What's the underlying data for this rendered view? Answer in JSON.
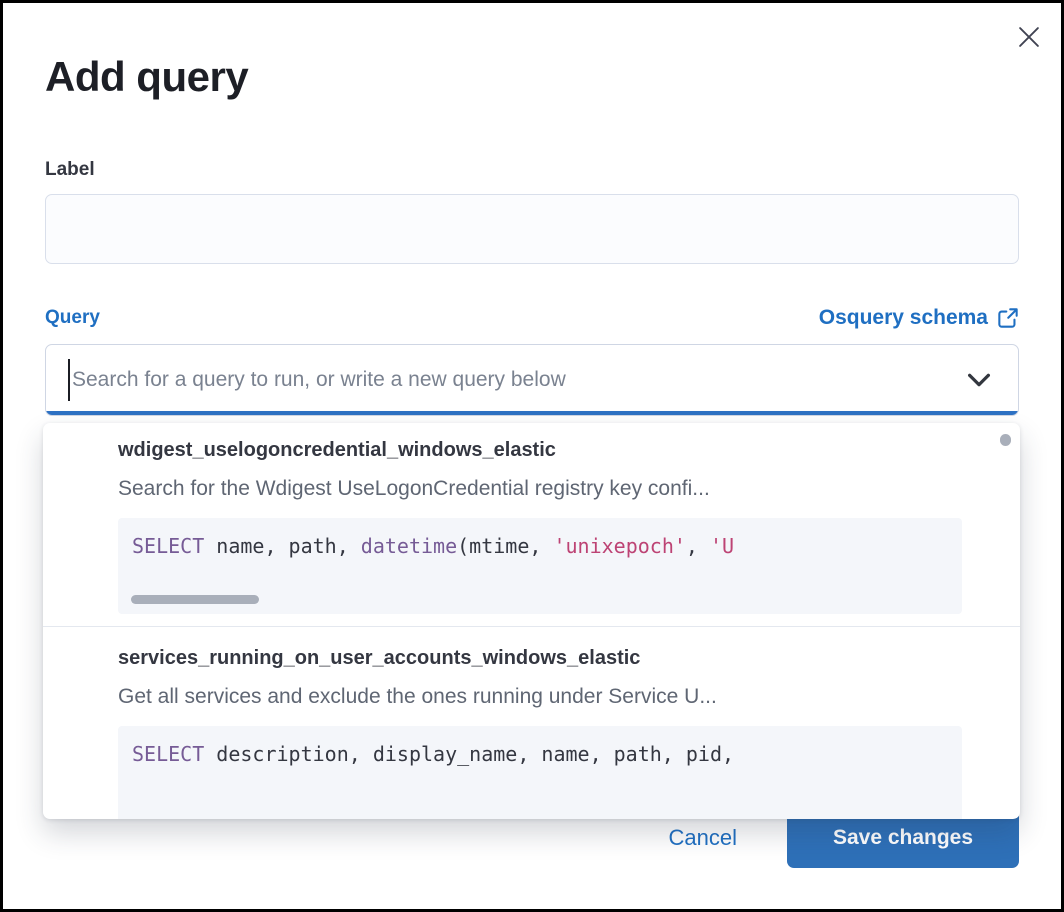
{
  "modal": {
    "title": "Add query"
  },
  "label_field": {
    "label": "Label",
    "value": "",
    "placeholder": ""
  },
  "query_field": {
    "label": "Query",
    "schema_link_label": "Osquery schema",
    "placeholder": "Search for a query to run, or write a new query below"
  },
  "dropdown": {
    "options": [
      {
        "title": "wdigest_uselogoncredential_windows_elastic",
        "description": "Search for the Wdigest UseLogonCredential registry key confi...",
        "code_tokens": [
          {
            "c": "kw",
            "t": "SELECT"
          },
          {
            "c": "pl",
            "t": " name, path, "
          },
          {
            "c": "kw",
            "t": "datetime"
          },
          {
            "c": "pl",
            "t": "(mtime, "
          },
          {
            "c": "str",
            "t": "'unixepoch'"
          },
          {
            "c": "pl",
            "t": ", "
          },
          {
            "c": "str",
            "t": "'U"
          }
        ],
        "has_horizontal_scrollbar": true
      },
      {
        "title": "services_running_on_user_accounts_windows_elastic",
        "description": "Get all services and exclude the ones running under Service U...",
        "code_tokens": [
          {
            "c": "kw",
            "t": "SELECT"
          },
          {
            "c": "pl",
            "t": " description, display_name, name, path, pid,"
          }
        ],
        "has_horizontal_scrollbar": false
      }
    ]
  },
  "footer": {
    "cancel_label": "Cancel",
    "save_label": "Save changes"
  },
  "icons": {
    "close": "close-icon",
    "external_link": "external-link-icon",
    "chevron_down": "chevron-down-icon"
  },
  "colors": {
    "link_blue": "#1f6fc2",
    "focus_underline": "#2e72c4",
    "save_button": "#2e70b8",
    "code_keyword": "#765b96",
    "code_string": "#bd4374",
    "code_text": "#343741",
    "code_background": "#f4f6fa",
    "title_text": "#1d1f26",
    "description_text": "#5f6673"
  }
}
